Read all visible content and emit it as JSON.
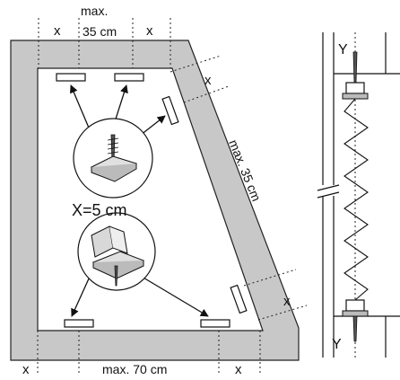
{
  "labels": {
    "top_max": "max.",
    "top_35": "35 cm",
    "x_top_left": "x",
    "x_top_right": "x",
    "x_right_top": "x",
    "x_right_bottom": "x",
    "x_bottom_left": "x",
    "x_bottom_right": "x",
    "slant": "max. 35 cm",
    "center": "X=5 cm",
    "bottom": "max. 70 cm",
    "y_top": "Y",
    "y_bottom": "Y"
  }
}
